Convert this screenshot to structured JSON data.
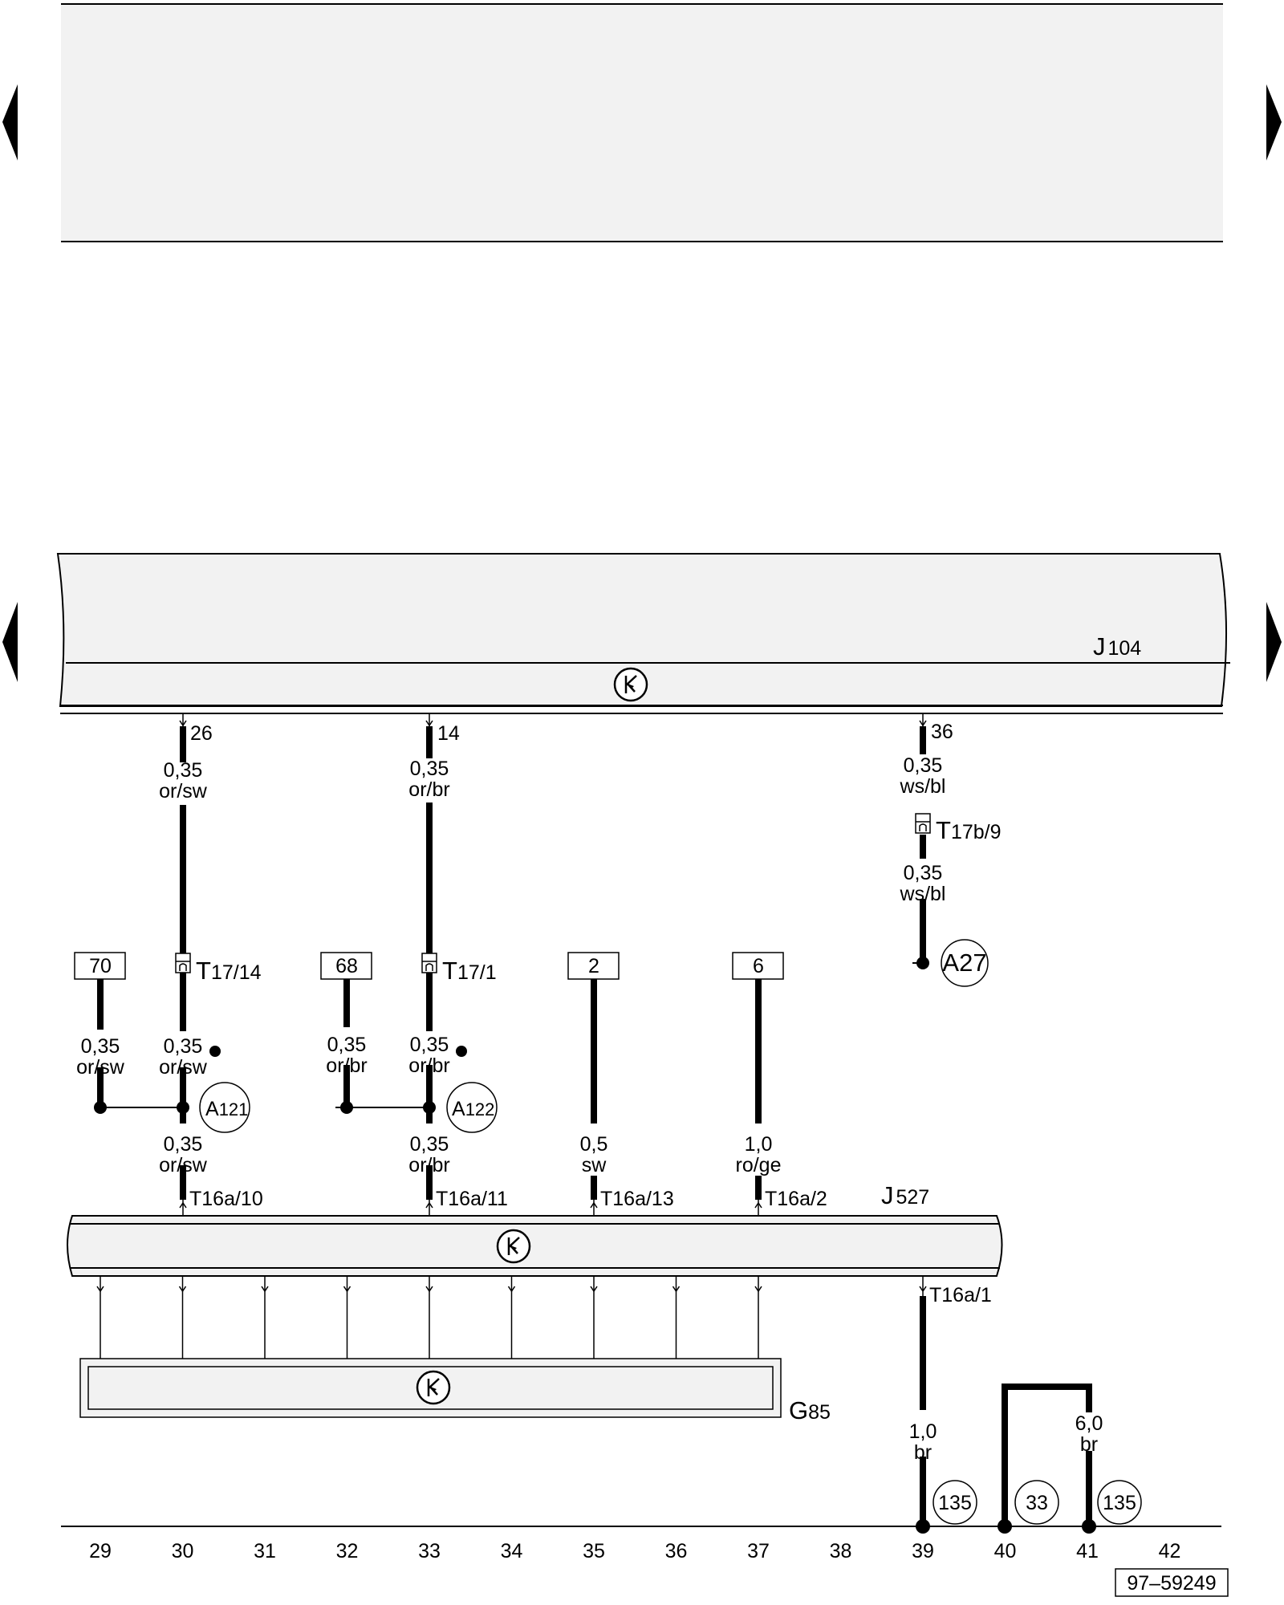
{
  "components": {
    "j104": {
      "prefix": "J",
      "number": "104"
    },
    "j527": {
      "prefix": "J",
      "number": "527"
    },
    "g85": {
      "prefix": "G",
      "number": "85"
    }
  },
  "wires": {
    "w26": {
      "pin": "26",
      "size": "0,35",
      "color": "or/sw"
    },
    "w14": {
      "pin": "14",
      "size": "0,35",
      "color": "or/br"
    },
    "w36": {
      "pin": "36",
      "size": "0,35",
      "color": "ws/bl",
      "size2": "0,35",
      "color2": "ws/bl"
    },
    "w70": {
      "size": "0,35",
      "color": "or/sw"
    },
    "w30b": {
      "size": "0,35",
      "color": "or/sw"
    },
    "w30c": {
      "size": "0,35",
      "color": "or/sw"
    },
    "w68": {
      "size": "0,35",
      "color": "or/br"
    },
    "w33b": {
      "size": "0,35",
      "color": "or/br"
    },
    "w33c": {
      "size": "0,35",
      "color": "or/br"
    },
    "w35": {
      "size": "0,5",
      "color": "sw"
    },
    "w37": {
      "size": "1,0",
      "color": "ro/ge"
    },
    "w39": {
      "size": "1,0",
      "color": "br"
    },
    "w41": {
      "size": "6,0",
      "color": "br"
    }
  },
  "connectors": {
    "t17_14": {
      "main": "T",
      "sub": "17/14"
    },
    "t17_1": {
      "main": "T",
      "sub": "17/1"
    },
    "t17b_9": {
      "main": "T",
      "sub": "17b/9"
    },
    "t16a_10": "T16a/10",
    "t16a_11": "T16a/11",
    "t16a_13": "T16a/13",
    "t16a_2": "T16a/2",
    "t16a_1": "T16a/1"
  },
  "refs": {
    "r70": "70",
    "r68": "68",
    "r2": "2",
    "r6": "6"
  },
  "points": {
    "a27": "A27",
    "a121": {
      "prefix": "A",
      "number": "121"
    },
    "a122": {
      "prefix": "A",
      "number": "122"
    },
    "g135a": "135",
    "g33": "33",
    "g135b": "135"
  },
  "tracks": [
    "29",
    "30",
    "31",
    "32",
    "33",
    "34",
    "35",
    "36",
    "37",
    "38",
    "39",
    "40",
    "41",
    "42"
  ],
  "drawing_id": "97–59249"
}
